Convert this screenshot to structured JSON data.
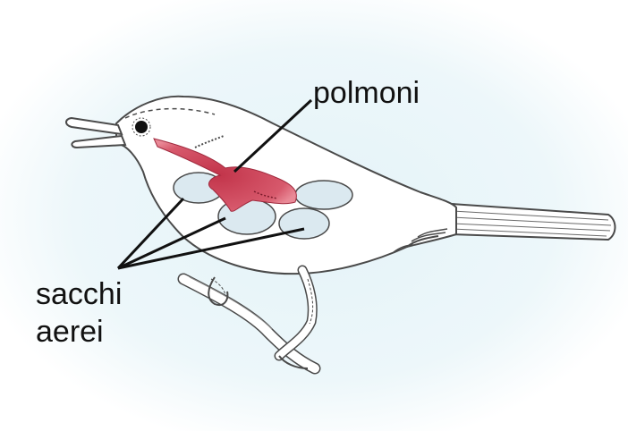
{
  "labels": {
    "lungs": "polmoni",
    "air_sacs_line1": "sacchi",
    "air_sacs_line2": "aerei"
  },
  "colors": {
    "background_glow": "#e4f3f8",
    "body_fill": "#ffffff",
    "outline": "#4a4a4a",
    "lungs": "#c2344a",
    "air_sacs": "#dbe9f0",
    "pointer_lines": "#111111"
  },
  "icons": {
    "bird": "bird-illustration",
    "branch": "branch-perch"
  }
}
